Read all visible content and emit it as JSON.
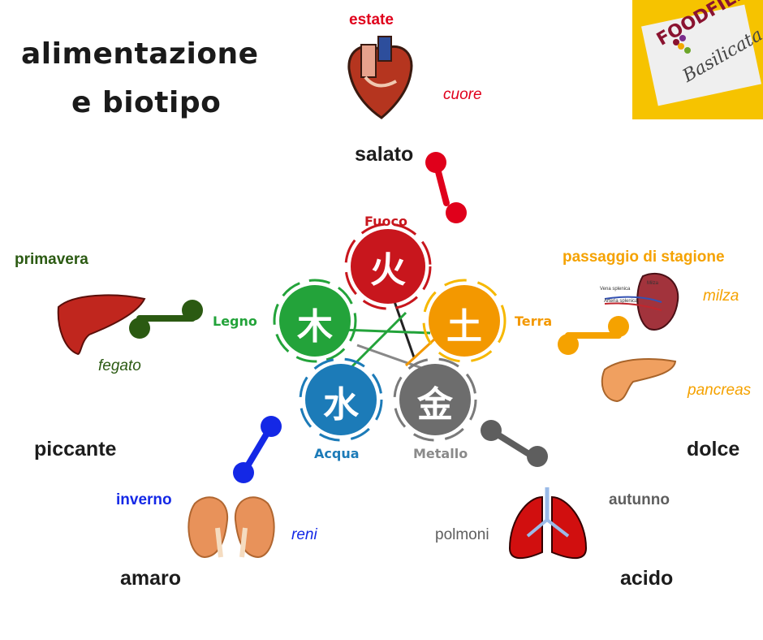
{
  "title": {
    "line1": "alimentazione",
    "line2": "e biotipo"
  },
  "logo": {
    "food": "FOODFILE",
    "region": "Basilicata"
  },
  "elements": {
    "fuoco": {
      "name": "Fuoco",
      "glyph": "火",
      "color": "#c8161d"
    },
    "terra": {
      "name": "Terra",
      "glyph": "土",
      "color": "#f39800"
    },
    "metallo": {
      "name": "Metallo",
      "glyph": "金",
      "color": "#6d6d6d"
    },
    "acqua": {
      "name": "Acqua",
      "glyph": "水",
      "color": "#1c7bb8"
    },
    "legno": {
      "name": "Legno",
      "glyph": "木",
      "color": "#23a33a"
    }
  },
  "seasons": {
    "estate": "estate",
    "primavera": "primavera",
    "passaggio": "passaggio di stagione",
    "inverno": "inverno",
    "autunno": "autunno"
  },
  "organs": {
    "cuore": "cuore",
    "fegato": "fegato",
    "milza": "milza",
    "pancreas": "pancreas",
    "reni": "reni",
    "polmoni": "polmoni"
  },
  "tastes": {
    "salato": "salato",
    "piccante": "piccante",
    "dolce": "dolce",
    "amaro": "amaro",
    "acido": "acido"
  },
  "spleen_annotations": {
    "vena": "Vena splenica",
    "arteria": "Arteria splenica",
    "milza": "Milza"
  },
  "colors": {
    "red": "#e0001b",
    "dark_green": "#2b5a12",
    "orange": "#f5a200",
    "blue": "#1428e6",
    "grey": "#5e5e5e"
  }
}
